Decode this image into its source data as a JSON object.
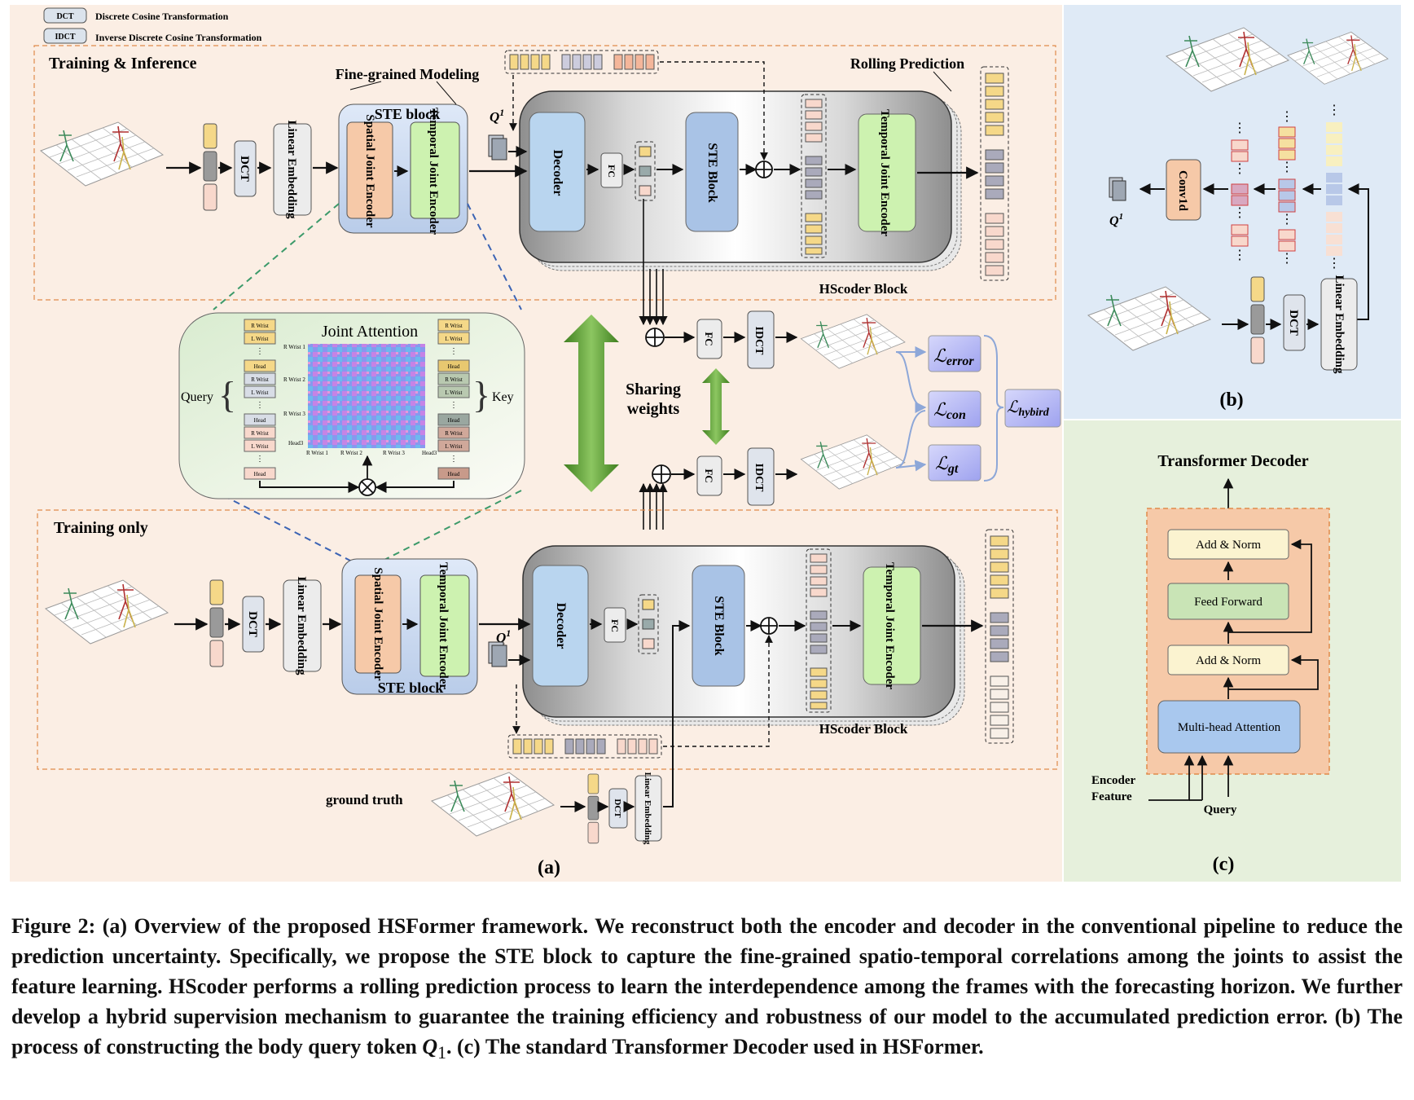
{
  "legend": {
    "dct_tag": "DCT",
    "dct_desc": "Discrete Cosine Transformation",
    "idct_tag": "IDCT",
    "idct_desc": "Inverse Discrete Cosine Transformation"
  },
  "panel_a": {
    "training_inference": "Training & Inference",
    "training_only": "Training only",
    "fine_grained": "Fine-grained  Modeling",
    "rolling_prediction": "Rolling  Prediction",
    "ste_block": "STE block",
    "spatial_encoder": "Spatial Joint Encoder",
    "temporal_encoder": "Temporal Joint Encoder",
    "decoder": "Decoder",
    "fc": "FC",
    "ste_block_cap": "STE Block",
    "hscoder_block": "HScoder Block",
    "dct": "DCT",
    "idct": "IDCT",
    "linear_embedding": "Linear Embedding",
    "q1_main": "Q",
    "q1_sup": "1",
    "joint_attention": "Joint Attention",
    "query": "Query",
    "key": "Key",
    "sharing_weights_1": "Sharing",
    "sharing_weights_2": "weights",
    "ground_truth": "ground truth",
    "loss_error_sub": "error",
    "loss_con_sub": "con",
    "loss_gt_sub": "gt",
    "loss_hybird_sub": "hybird",
    "loss_symbol": "ℒ",
    "label": "(a)",
    "joint_tokens": [
      "R Wrist",
      "L Wrist",
      "Head",
      "R Wrist",
      "L Wrist",
      "Head",
      "R Wrist",
      "L Wrist",
      "Head"
    ],
    "key_tokens": [
      "R Wrist",
      "L Wrist",
      "Head",
      "R Wrist",
      "L Wrist",
      "Head",
      "R Wrist",
      "L Wrist",
      "Head"
    ],
    "mid_tokens": [
      "R Wrist 1",
      "R Wrist 2",
      "R Wrist 3",
      "Head3"
    ],
    "bottom_tokens": [
      "R Wrist 1",
      "R Wrist 2",
      "R Wrist 3",
      "Head3"
    ]
  },
  "panel_b": {
    "conv1d": "Conv1d",
    "dct": "DCT",
    "linear_embedding": "Linear Embedding",
    "q1_main": "Q",
    "q1_sup": "1",
    "label": "(b)"
  },
  "panel_c": {
    "title": "Transformer Decoder",
    "add_norm_top": "Add & Norm",
    "feed_forward": "Feed Forward",
    "add_norm_bottom": "Add & Norm",
    "mha": "Multi-head  Attention",
    "encoder_feature_1": "Encoder",
    "encoder_feature_2": "Feature",
    "query": "Query",
    "label": "(c)"
  },
  "caption": {
    "text": "Figure 2: (a) Overview of the proposed HSFormer framework. We reconstruct both the encoder and decoder in the conventional pipeline to reduce the prediction uncertainty. Specifically, we propose the STE block to capture the fine-grained spatio-temporal correlations among the joints to assist the feature learning. HScoder performs a rolling prediction process to learn the interdependence among the frames with the forecasting horizon. We further develop a hybrid supervision mechanism to guarantee the training efficiency and robustness of our model to the accumulated prediction error. (b) The process of constructing the body query token ",
    "q_symbol": "Q",
    "q_sub": "1",
    "text_end": ". (c) The standard Transformer Decoder used in HSFormer."
  },
  "colors": {
    "panel_a_bg": "#fbeee4",
    "panel_b_bg": "#dfeaf6",
    "panel_c_bg": "#e6f0dc",
    "encoder_orange": "#f6c9a8",
    "encoder_green": "#cdf2b0",
    "decoder_blue": "#b9d5ef",
    "hscoder_gray": "#b4b4b4",
    "arrow_green": "#5a9a34",
    "loss_purple": "#b7b9f2"
  }
}
